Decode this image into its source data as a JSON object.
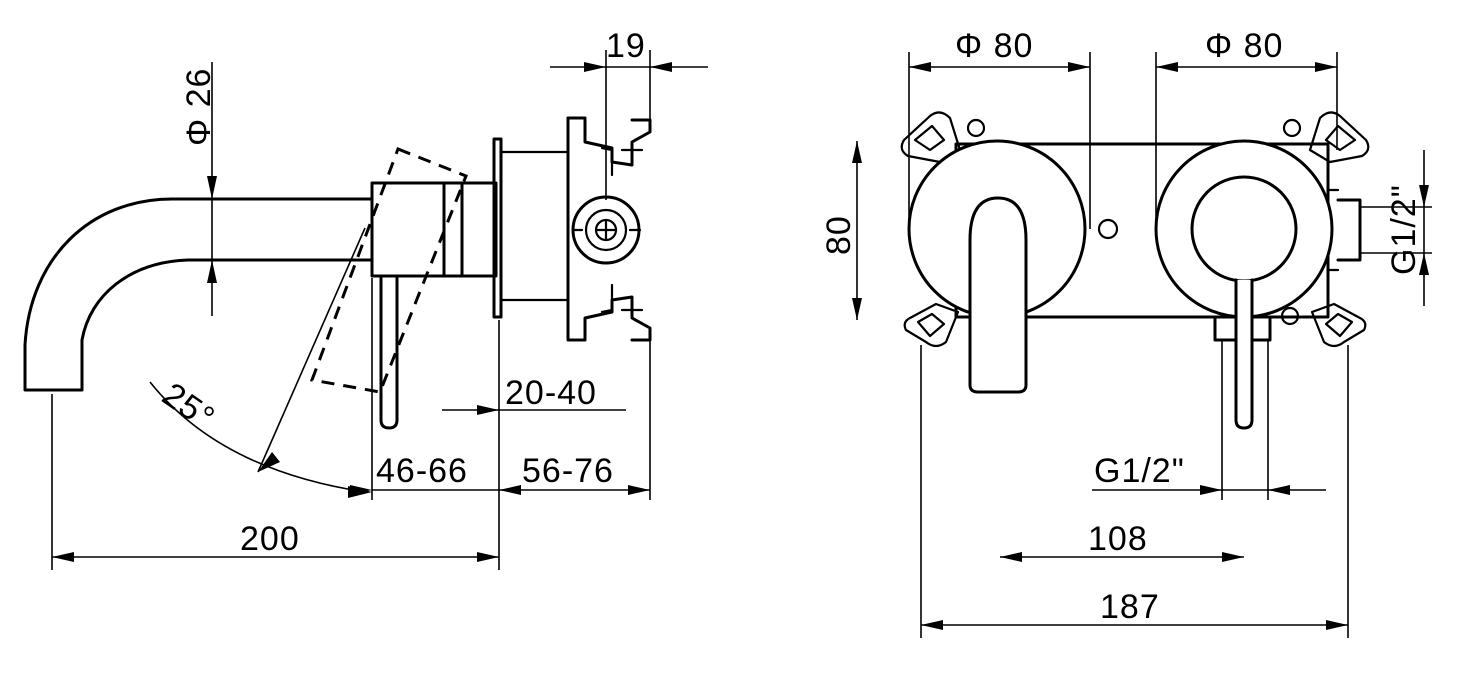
{
  "side_view": {
    "spout_diameter": "Φ 26",
    "plate_depth": "19",
    "angle": "25°",
    "wall_range": "20-40",
    "lever_depth": "46-66",
    "body_depth": "56-76",
    "spout_length": "200"
  },
  "front_view": {
    "left_rosette_diameter": "Φ 80",
    "right_rosette_diameter": "Φ 80",
    "height": "80",
    "side_connection": "G1/2\"",
    "bottom_connection": "G1/2\"",
    "center_distance": "108",
    "total_width": "187"
  },
  "colors": {
    "line": "#000000",
    "background": "#ffffff"
  }
}
